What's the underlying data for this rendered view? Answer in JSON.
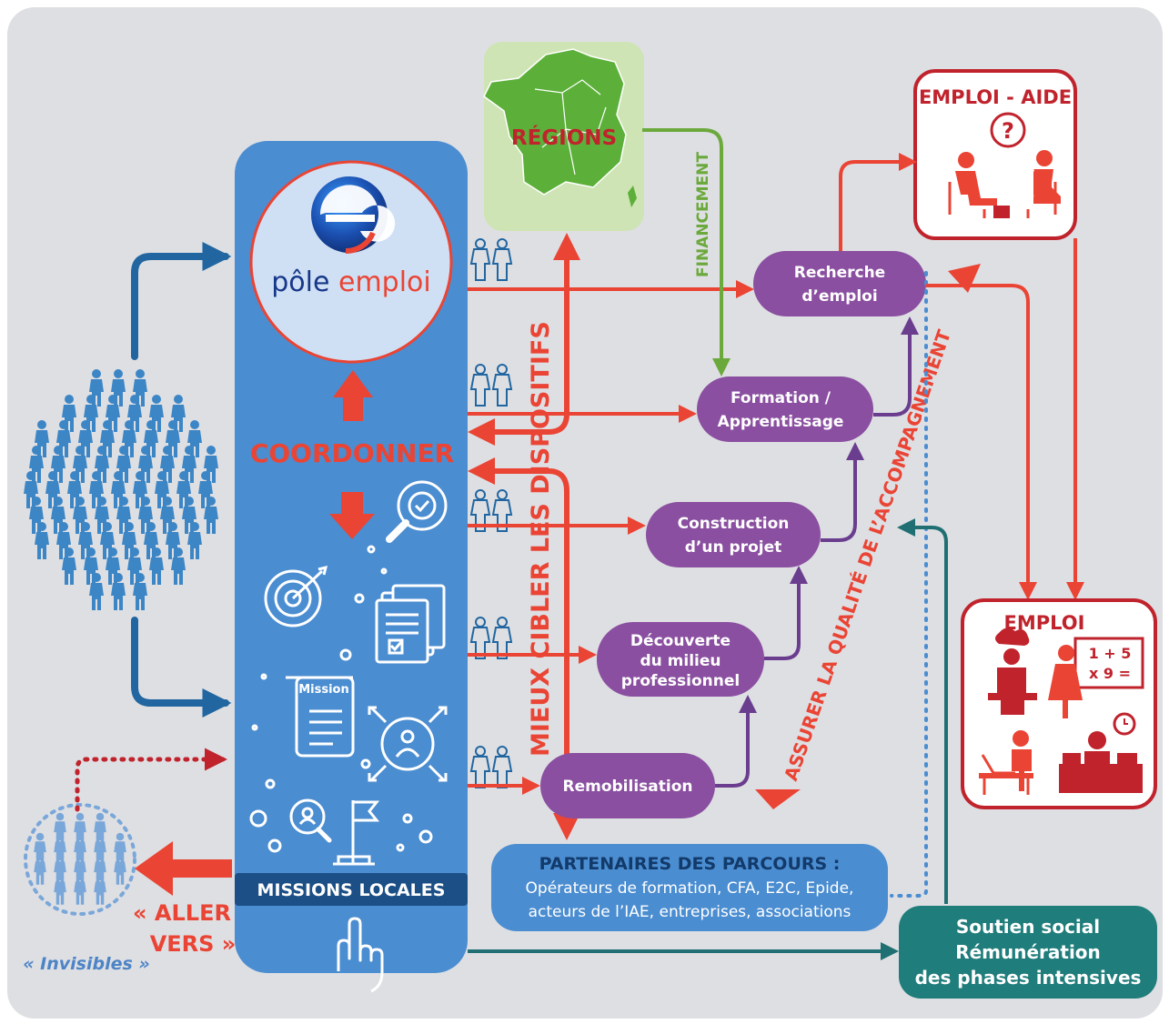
{
  "logo": {
    "word1": "pôle",
    "word2": "emploi"
  },
  "center": {
    "coordonner": "COORDONNER",
    "mission_doc_label": "Mission",
    "missions_locales": "MISSIONS LOCALES"
  },
  "left": {
    "aller_vers_line1": "« ALLER",
    "aller_vers_line2": "VERS »",
    "invisibles": "« Invisibles »"
  },
  "regions": {
    "label": "RÉGIONS",
    "financement": "FINANCEMENT"
  },
  "vertical_labels": {
    "cibler": "MIEUX CIBLER LES DISPOSITIFS",
    "qualite": "ASSURER LA QUALITÉ DE L’ACCOMPAGNEMENT"
  },
  "steps": [
    {
      "line1": "Recherche",
      "line2": "d’emploi"
    },
    {
      "line1": "Formation /",
      "line2": "Apprentissage"
    },
    {
      "line1": "Construction",
      "line2": "d’un projet"
    },
    {
      "line1": "Découverte",
      "line2": "du milieu",
      "line3": "professionnel"
    },
    {
      "line1": "Remobilisation"
    }
  ],
  "partners": {
    "title": "PARTENAIRES DES PARCOURS :",
    "line1": "Opérateurs de formation, CFA, E2C, Epide,",
    "line2": "acteurs de l’IAE, entreprises, associations"
  },
  "emploi_aide": {
    "title": "EMPLOI - AIDE",
    "question": "?"
  },
  "emploi": {
    "title": "EMPLOI",
    "math1": "1 + 5",
    "math2": "x 9 ="
  },
  "soutien": {
    "line1": "Soutien social",
    "line2": "Rémunération",
    "line3": "des phases intensives"
  },
  "colors": {
    "background": "#dedfe3",
    "blue_panel": "#4b8dd1",
    "dark_blue": "#2166a0",
    "red": "#ea4434",
    "dark_red": "#c0232c",
    "purple": "#8a4fa0",
    "teal": "#1f7d7b",
    "green": "#6ba93c"
  }
}
